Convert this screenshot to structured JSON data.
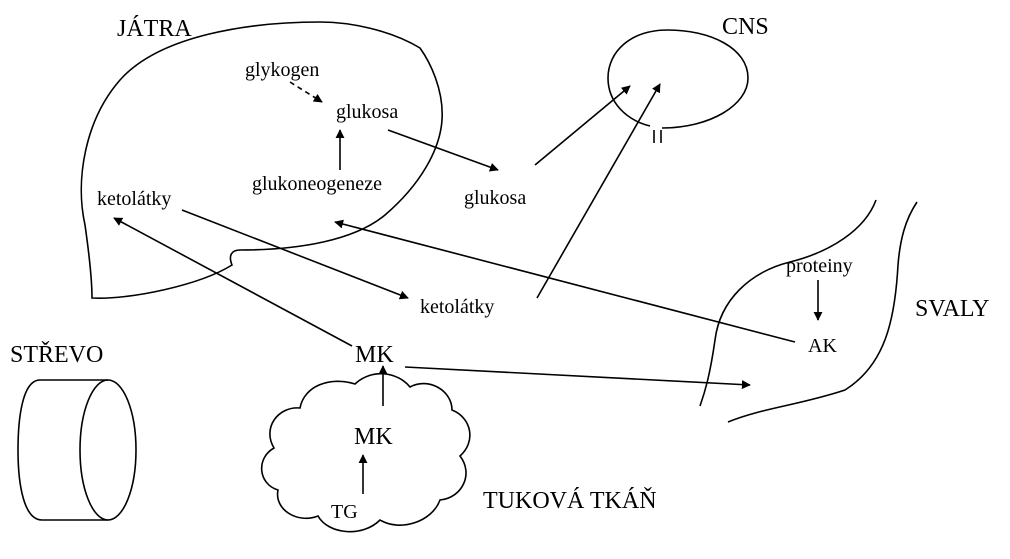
{
  "labels": {
    "liver": "JÁTRA",
    "cns": "CNS",
    "muscles": "SVALY",
    "intestine": "STŘEVO",
    "adipose": "TUKOVÁ TKÁŇ",
    "glycogen": "glykogen",
    "glucose_liver": "glukosa",
    "gluconeogenesis": "glukoneogeneze",
    "ketones_liver": "ketolátky",
    "glucose_blood": "glukosa",
    "ketones_blood": "ketolátky",
    "proteins": "proteiny",
    "amino_acids": "AK",
    "fatty_acids_blood": "MK",
    "fatty_acids_adipose": "MK",
    "triglycerides": "TG"
  }
}
